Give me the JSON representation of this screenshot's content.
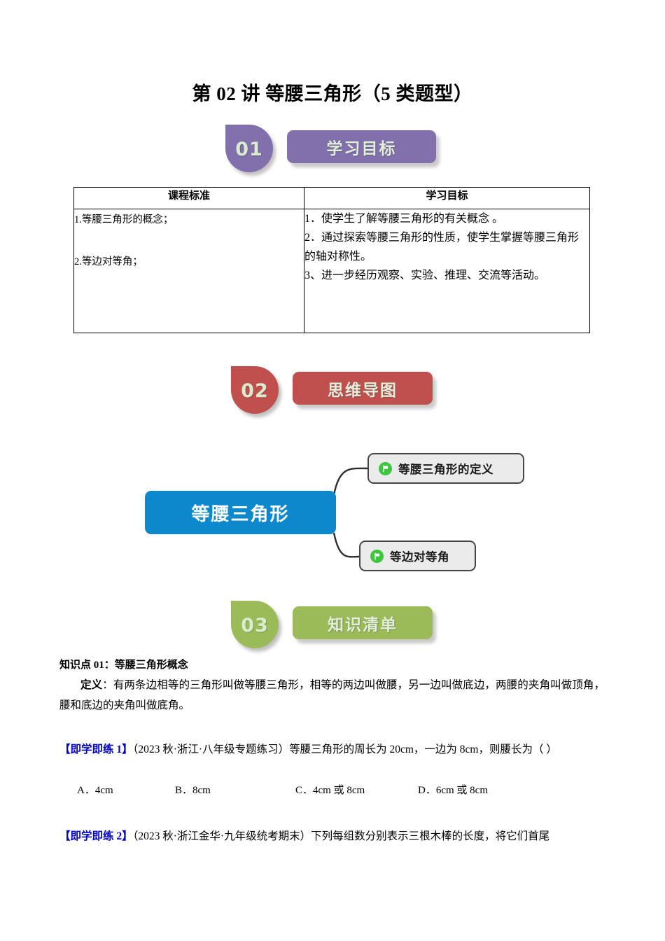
{
  "document": {
    "title": "第 02 讲  等腰三角形（5 类题型）"
  },
  "sections": [
    {
      "number": "01",
      "label": "学习目标",
      "color": "#8270ad"
    },
    {
      "number": "02",
      "label": "思维导图",
      "color": "#c0504d"
    },
    {
      "number": "03",
      "label": "知识清单",
      "color": "#9bbb59"
    }
  ],
  "objective_table": {
    "headers": [
      "课程标准",
      "学习目标"
    ],
    "left_cell": "1.等腰三角形的概念；\n\n2.等边对等角；",
    "right_cell": "1．使学生了解等腰三角形的有关概念 。\n2．通过探索等腰三角形的性质，使学生掌握等腰三角形的轴对称性。\n3、进一步经历观察、实验、推理、交流等活动。"
  },
  "mindmap": {
    "center": "等腰三角形",
    "center_color": "#0e88cc",
    "branch_fill": "#ebebeb",
    "branch_icon": "green-flag-icon",
    "branches": [
      {
        "label": "等腰三角形的定义"
      },
      {
        "label": "等边对等角"
      }
    ]
  },
  "knowledge_point": {
    "heading": "知识点 01：等腰三角形概念",
    "definition_label": "定义",
    "definition_text": "：有两条边相等的三角形叫做等腰三角形，相等的两边叫做腰，另一边叫做底边，两腰的夹角叫做顶角，腰和底边的夹角叫做底角。"
  },
  "exercises": [
    {
      "tag": "【即学即练 1】",
      "text": "（2023 秋·浙江·八年级专题练习）等腰三角形的周长为 20cm，一边为 8cm，则腰长为（    ）",
      "options": [
        "A．4cm",
        "B．8cm",
        "C．4cm 或 8cm",
        "D．6cm 或 8cm"
      ]
    },
    {
      "tag": "【即学即练 2】",
      "text": "（2023 秋·浙江金华·九年级统考期末）下列每组数分别表示三根木棒的长度，将它们首尾"
    }
  ]
}
